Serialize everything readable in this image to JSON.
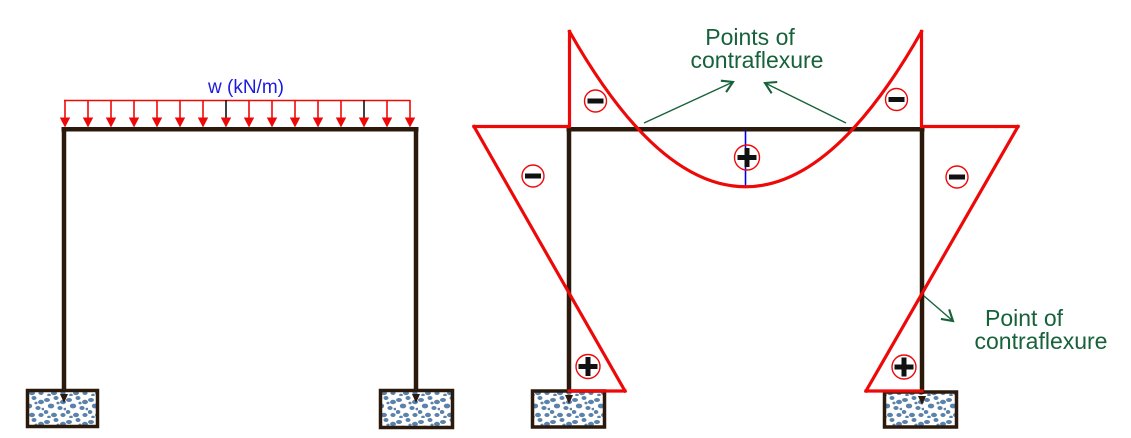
{
  "left_figure": {
    "load_label": "w (kN/m)",
    "load_arrow_count": 16
  },
  "right_figure": {
    "annotation_points_of_contraflexure": {
      "line1": "Points of",
      "line2": "contraflexure"
    },
    "annotation_point_of_contraflexure": {
      "line1": "Point of",
      "line2": "contraflexure"
    },
    "signs": {
      "negative": "−",
      "positive": "+"
    },
    "sign_placements": {
      "beam_left_end": "negative",
      "beam_right_end": "negative",
      "beam_midspan": "positive",
      "left_column_top": "negative",
      "right_column_top": "negative",
      "left_column_base": "positive",
      "right_column_base": "positive"
    }
  },
  "colors": {
    "frame": "#2b1a0b",
    "moment_diagram": "#ee0909",
    "load_arrows": "#ee0909",
    "annotation_text": "#17623a",
    "leader_arrows": "#17623a",
    "load_label_text": "#1a1ae0",
    "beam_centerline": "#0000e8",
    "foundation_speckle": "#5b82aa",
    "sign_symbol": "#111111"
  }
}
